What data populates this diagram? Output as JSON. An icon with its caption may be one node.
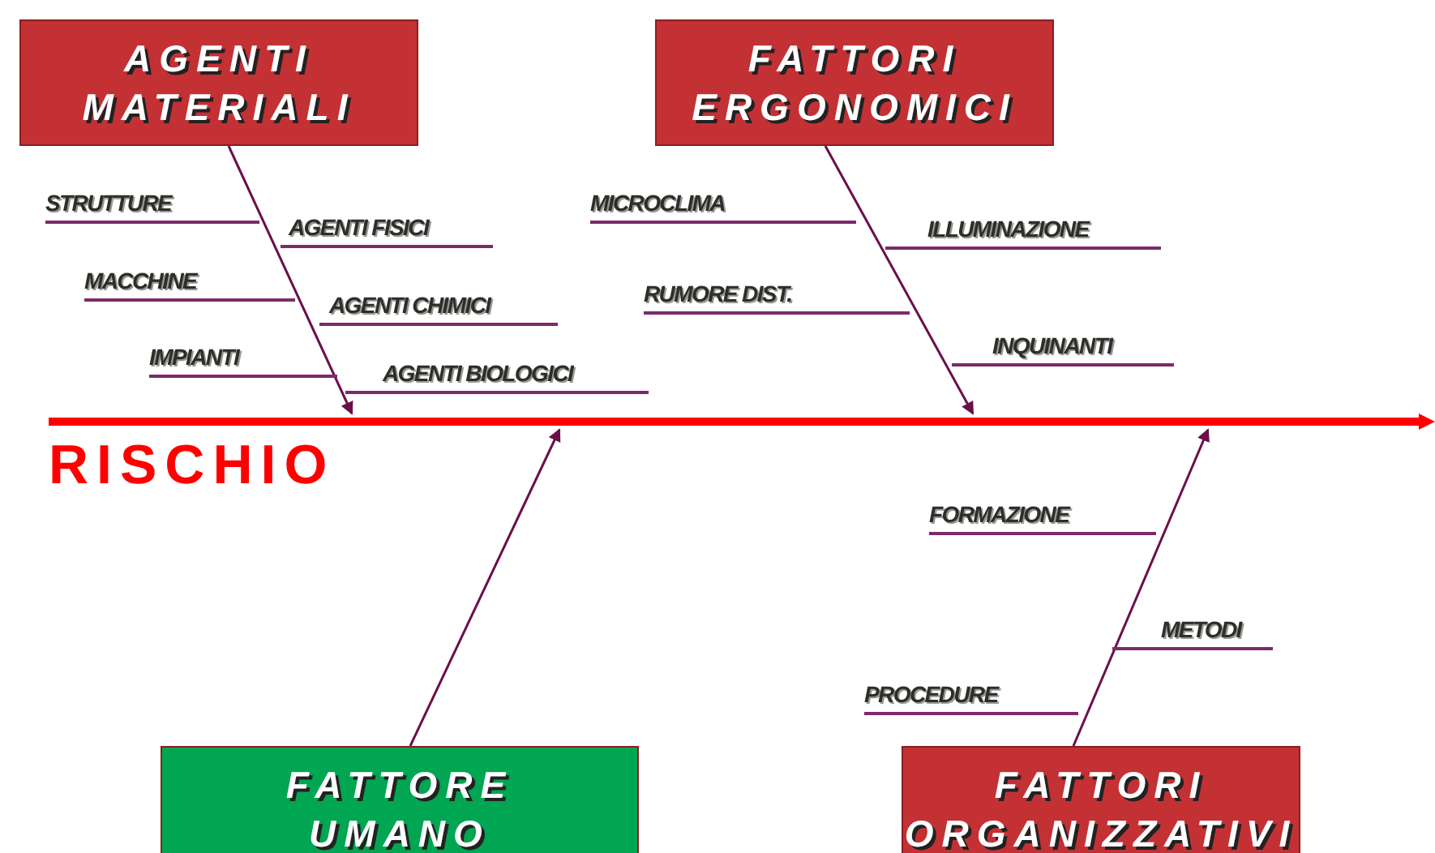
{
  "diagram": {
    "nodes": [
      {
        "text": [
          "AGENTI MATERIALI"
        ]
      },
      {
        "text": [
          "FATTORI ERGONOMICI"
        ]
      },
      {
        "text": [
          "FATTORE UMANO"
        ]
      },
      {
        "text": [
          "FATTORI ORGANIZZATIVI"
        ]
      },
      {
        "text": [],
        "shape": "bar"
      }
    ],
    "edges": [
      {
        "from": 0,
        "to": 4,
        "arrow": "to"
      },
      {
        "from": 1,
        "to": 4,
        "arrow": "to"
      },
      {
        "from": 2,
        "to": 4,
        "arrow": "to"
      },
      {
        "from": 3,
        "to": 4,
        "arrow": "to"
      }
    ],
    "labels": [
      "STRUTTURE",
      "MICROCLIMA",
      "AGENTI FISICI",
      "ILLUMINAZIONE",
      "MACCHINE",
      "AGENTI CHIMICI",
      "RUMORE DIST.",
      "INQUINANTI",
      "IMPIANTI",
      "AGENTI BIOLOGICI",
      "RISCHIO",
      "FORMAZIONE",
      "METODI",
      "PROCEDURE"
    ]
  }
}
